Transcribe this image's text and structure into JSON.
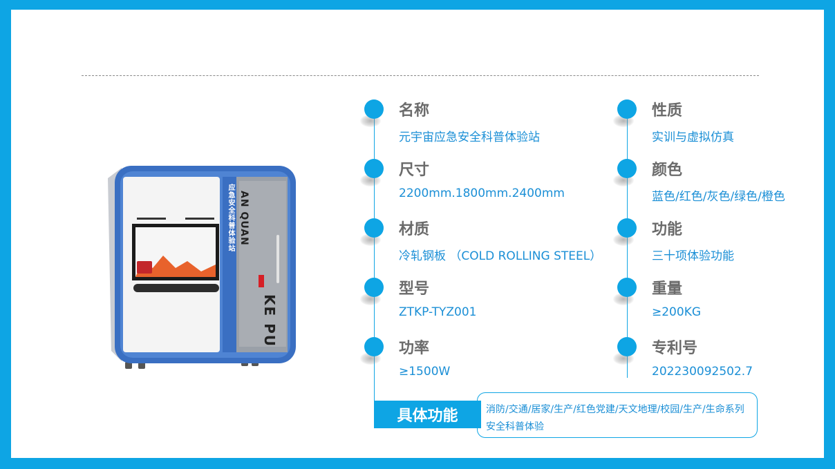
{
  "specs_left": [
    {
      "label": "名称",
      "value": "元宇宙应急安全科普体验站"
    },
    {
      "label": "尺寸",
      "value": "2200mm.1800mm.2400mm"
    },
    {
      "label": "材质",
      "value": "冷轧钢板 （COLD ROLLING STEEL）"
    },
    {
      "label": "型号",
      "value": "ZTKP-TYZ001"
    },
    {
      "label": "功率",
      "value": "≥1500W"
    }
  ],
  "specs_right": [
    {
      "label": "性质",
      "value": "实训与虚拟仿真"
    },
    {
      "label": "颜色",
      "value": "蓝色/红色/灰色/绿色/橙色"
    },
    {
      "label": "功能",
      "value": "三十项体验功能"
    },
    {
      "label": "重量",
      "value": "≥200KG"
    },
    {
      "label": "专利号",
      "value": "202230092502.7"
    }
  ],
  "functions": {
    "tag": "具体功能",
    "text": "消防/交通/居家/生产/红色党建/天文地理/校园/生产/生命系列安全科普体验"
  },
  "product_image": {
    "side_text": "应急安全科普体验站",
    "brand_vertical": "AN QUAN",
    "brand_logo": "KE PU"
  },
  "colors": {
    "accent": "#0ea5e4",
    "label": "#6b6b6b",
    "value": "#1b8fd6"
  }
}
